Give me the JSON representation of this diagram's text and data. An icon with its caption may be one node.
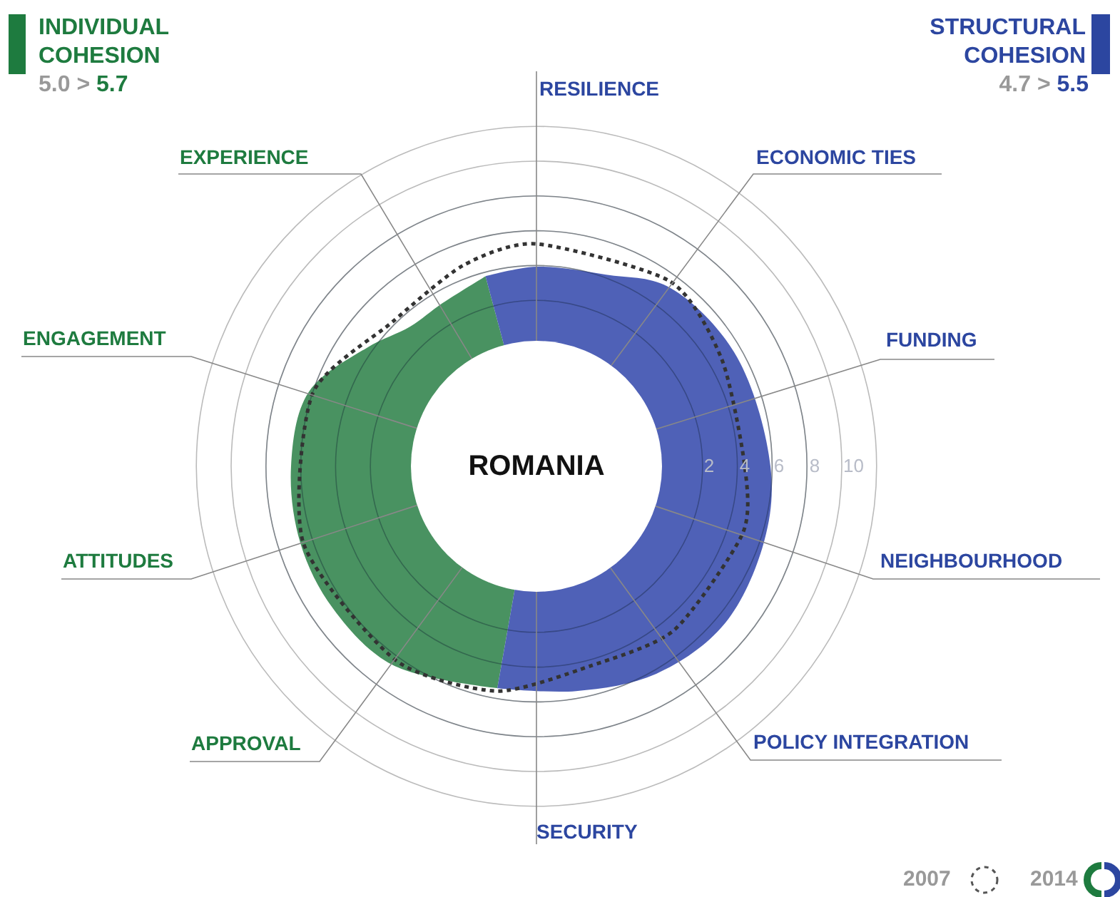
{
  "diagram": {
    "nodes": [
      {
        "text": [
          "ROMANIA"
        ]
      }
    ],
    "edges": [],
    "labels": [
      "5.0 > **5.7**",
      "RESILIENCE",
      "4.7 > **5.5**",
      "ECONOMIC TIES",
      "FUNDING",
      "NEIGHBOURHOOD",
      "POLICY INTEGRATION",
      "SECURITY",
      "APPROVAL",
      "ATTITUDES",
      "ENGAGEMENT",
      "EXPERIENCE",
      "2",
      "4",
      "6",
      "8",
      "10"
    ],
    "legend": [
      {
        "text": "INDIVIDUAL COHESION",
        "color": "#1e7b3f"
      },
      {
        "text": "STRUCTURAL COHESION",
        "color": "#2c46a0"
      },
      {
        "text": "2007"
      },
      {
        "text": "2014"
      }
    ]
  }
}
